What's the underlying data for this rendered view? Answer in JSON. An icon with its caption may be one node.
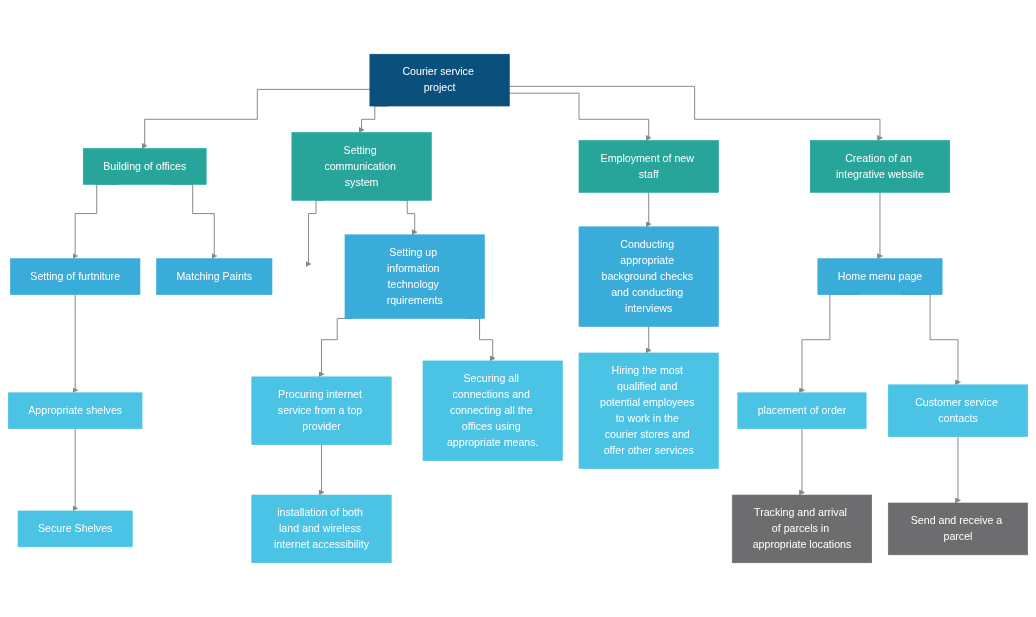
{
  "diagram": {
    "nodes": [
      {
        "text": [
          "Courier service project"
        ]
      },
      {
        "text": [
          "Building of offices"
        ]
      },
      {
        "text": [
          "Setting communication system"
        ]
      },
      {
        "text": [
          "Employment of new staff"
        ]
      },
      {
        "text": [
          "Creation of an integrative website"
        ]
      },
      {
        "text": [
          "Setting of furtniture"
        ]
      },
      {
        "text": [
          "Matching Paints"
        ]
      },
      {
        "text": [
          "Appropriate shelves"
        ]
      },
      {
        "text": [
          "Secure Shelves"
        ]
      },
      {
        "text": [
          "Setting up information technology rquirements"
        ]
      },
      {
        "text": [
          "Procuring internet service from a top provider"
        ]
      },
      {
        "text": [
          "Securing all connections and connecting all the offices using appropriate means."
        ]
      },
      {
        "text": [
          "installation of both land and wireless internet accessibility"
        ]
      },
      {
        "text": [
          "Conducting appropriate background checks and conducting interviews"
        ]
      },
      {
        "text": [
          "Hiring the most qualified and potential employees to work in the courier stores and offer other services"
        ]
      },
      {
        "text": [
          "Home menu page"
        ]
      },
      {
        "text": [
          "placement of order"
        ]
      },
      {
        "text": [
          "Customer service contacts"
        ]
      },
      {
        "text": [
          "Tracking and arrival of parcels in appropriate locations"
        ]
      },
      {
        "text": [
          "Send and receive a parcel"
        ]
      }
    ],
    "edges": [
      {
        "from": 0,
        "to": 1,
        "arrow": "to"
      },
      {
        "from": 0,
        "to": 2,
        "arrow": "to"
      },
      {
        "from": 0,
        "to": 3,
        "arrow": "to"
      },
      {
        "from": 0,
        "to": 4,
        "arrow": "to"
      },
      {
        "from": 1,
        "to": 5,
        "arrow": "to"
      },
      {
        "from": 1,
        "to": 6,
        "arrow": "to"
      },
      {
        "from": 5,
        "to": 7,
        "arrow": "to"
      },
      {
        "from": 7,
        "to": 8,
        "arrow": "to"
      },
      {
        "from": 2,
        "to": null,
        "arrow": "to"
      },
      {
        "from": 2,
        "to": 9,
        "arrow": "to"
      },
      {
        "from": 9,
        "to": 10,
        "arrow": "to"
      },
      {
        "from": 9,
        "to": 11,
        "arrow": "to"
      },
      {
        "from": 10,
        "to": 12,
        "arrow": "to"
      },
      {
        "from": 3,
        "to": 13,
        "arrow": "to"
      },
      {
        "from": 13,
        "to": 14,
        "arrow": "to"
      },
      {
        "from": 4,
        "to": 15,
        "arrow": "to"
      },
      {
        "from": 15,
        "to": 16,
        "arrow": "to"
      },
      {
        "from": 15,
        "to": 17,
        "arrow": "to"
      },
      {
        "from": 16,
        "to": 18,
        "arrow": "to"
      },
      {
        "from": 17,
        "to": 19,
        "arrow": "to"
      }
    ]
  }
}
